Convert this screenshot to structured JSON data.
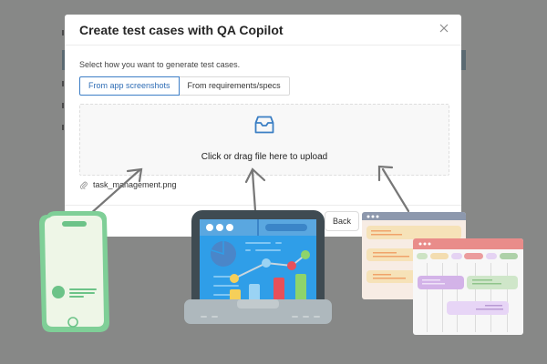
{
  "modal": {
    "title": "Create test cases with QA Copilot",
    "close_icon": "close-icon",
    "subtitle": "Select how you want to generate test cases.",
    "tabs": [
      {
        "label": "From app screenshots",
        "active": true
      },
      {
        "label": "From requirements/specs",
        "active": false
      }
    ],
    "dropzone": {
      "icon": "inbox-icon",
      "text": "Click or drag file here to upload"
    },
    "file": {
      "icon": "paperclip-icon",
      "name": "task_management.png"
    },
    "footer": {
      "back_label": "Back"
    }
  },
  "colors": {
    "accent": "#3d7ec6",
    "overlay": "#878887",
    "phone_green": "#7fcf97",
    "laptop_frame": "#3f4b52",
    "laptop_screen": "#2f9ee8"
  },
  "illustrations": {
    "phone": "mobile-phone-illustration",
    "laptop": "laptop-dashboard-illustration",
    "windows": "task-board-windows-illustration"
  }
}
